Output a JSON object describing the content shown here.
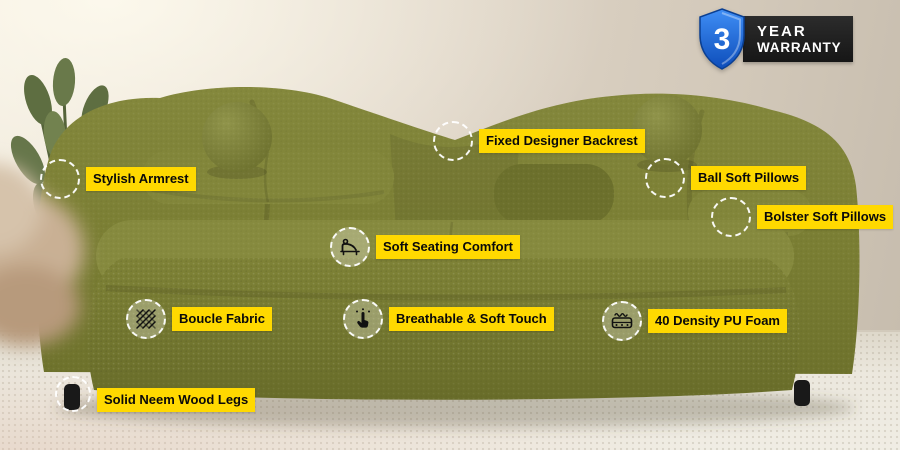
{
  "warranty_badge": {
    "years": "3",
    "line1": "YEAR",
    "line2": "WARRANTY"
  },
  "labels": [
    {
      "text": "Stylish Armrest",
      "icon": "dashed-highlight-circle"
    },
    {
      "text": "Fixed Designer Backrest",
      "icon": "dashed-highlight-circle"
    },
    {
      "text": "Ball Soft Pillows",
      "icon": "dashed-highlight-circle"
    },
    {
      "text": "Bolster Soft Pillows",
      "icon": "dashed-highlight-circle"
    },
    {
      "text": "Soft Seating Comfort",
      "icon": "lounge-seat-icon"
    },
    {
      "text": "Boucle Fabric",
      "icon": "fabric-weave-icon"
    },
    {
      "text": "Breathable & Soft Touch",
      "icon": "soft-touch-hand-icon"
    },
    {
      "text": "40 Density PU Foam",
      "icon": "foam-layers-icon"
    },
    {
      "text": "Solid Neem Wood Legs",
      "icon": "dashed-highlight-circle"
    }
  ],
  "colors": {
    "sofa_olive": "#7a7e33",
    "label_highlight_yellow": "#ffd900",
    "badge_shield_blue": "#1565d8",
    "badge_plate_black": "#202020"
  }
}
